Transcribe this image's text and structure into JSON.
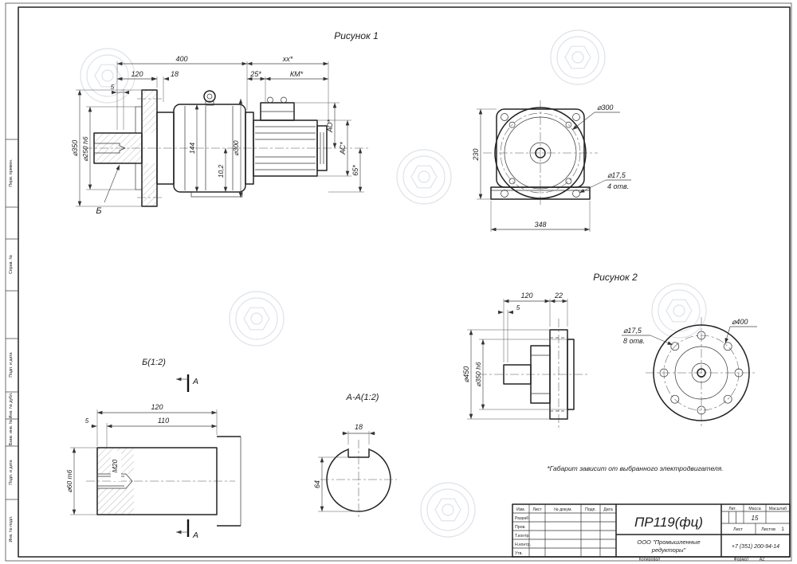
{
  "sheet": {
    "kopiroval": "Копировал",
    "format_label": "Формат",
    "format_value": "А2",
    "footnote": "*Габарит зависит от выбранного электродвигателя."
  },
  "frame": {
    "labels": [
      "Перв. примен.",
      "Справ. №",
      "Подп. и дата",
      "Инв. № дубл.",
      "Взам. инв. №",
      "Подп. и дата",
      "Инв. № подл."
    ]
  },
  "fig1": {
    "title": "Рисунок 1",
    "view_label": "Б",
    "dims": {
      "d400": "400",
      "dxx": "xx*",
      "d120": "120",
      "d18": "18",
      "d5": "5",
      "d25": "25*",
      "dkm": "КМ*",
      "dao": "АО*",
      "dac": "АС*",
      "d65": "65*",
      "d350": "⌀350",
      "d250": "⌀250 h6",
      "d144": "144",
      "d102": "10,2",
      "d300": "⌀300"
    },
    "front": {
      "d300": "⌀300",
      "d230": "230",
      "d348": "348",
      "d175": "⌀17,5",
      "holes": "4 отв."
    }
  },
  "fig2": {
    "title": "Рисунок 2",
    "dims": {
      "d120": "120",
      "d22": "22",
      "d5": "5",
      "d450": "⌀450",
      "d350": "⌀350 h6"
    },
    "front": {
      "d175": "⌀17,5",
      "holes": "8 отв.",
      "d400": "⌀400"
    }
  },
  "detailB": {
    "title": "Б(1:2)",
    "section": "А",
    "dims": {
      "d120": "120",
      "d110": "110",
      "d5": "5",
      "d60": "⌀60 m6",
      "m20": "М20"
    }
  },
  "sectionAA": {
    "title": "А-А(1:2)",
    "dims": {
      "d18": "18",
      "d64": "64"
    }
  },
  "tb": {
    "doc": "ПР119(фц)",
    "cols": {
      "izm": "Изм.",
      "list": "Лист",
      "ndok": "№ докум.",
      "podp": "Подп.",
      "data": "Дата"
    },
    "rows": {
      "razrab": "Разраб.",
      "prov": "Пров.",
      "tkontr": "Т.контр.",
      "nkontr": "Н.контр.",
      "utv": "Утв."
    },
    "right": {
      "lit": "Лит.",
      "massa": "Масса",
      "masshtab": "Масштаб",
      "massa_value": "15",
      "list": "Лист",
      "listov": "Листов",
      "listov_value": "1"
    },
    "company1": "ООО \"Промышленные",
    "company2": "редукторы\"",
    "phone": "+7 (351) 200-94-14"
  }
}
